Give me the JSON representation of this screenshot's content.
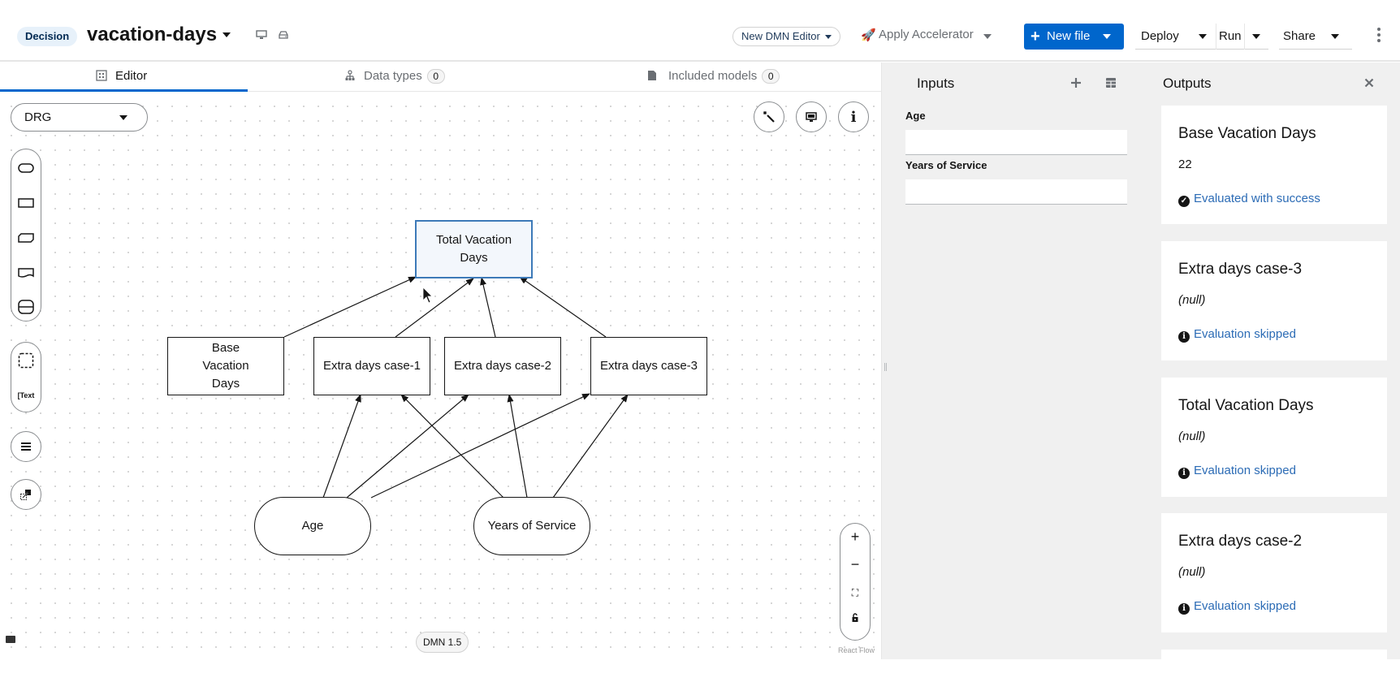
{
  "header": {
    "badge": "Decision",
    "title": "vacation-days",
    "editor_toggle": "New DMN Editor",
    "accelerator": "Apply Accelerator",
    "new_file": "New file",
    "deploy": "Deploy",
    "run": "Run",
    "share": "Share",
    "accent_color": "#0066cc"
  },
  "tabs": [
    {
      "label": "Editor",
      "icon": "editor-icon",
      "active": true
    },
    {
      "label": "Data types",
      "icon": "data-types-icon",
      "count": "0"
    },
    {
      "label": "Included models",
      "icon": "file-icon",
      "count": "0"
    }
  ],
  "canvas": {
    "view_select": "DRG",
    "dmn_version": "DMN 1.5",
    "react_flow": "React Flow",
    "palette_text_label": "Text",
    "nodes": {
      "total": "Total Vacation Days",
      "base": "Base Vacation Days",
      "case1": "Extra days case-1",
      "case2": "Extra days case-2",
      "case3": "Extra days case-3",
      "age": "Age",
      "yos": "Years of Service"
    }
  },
  "inputs": {
    "title": "Inputs",
    "fields": [
      {
        "label": "Age",
        "value": ""
      },
      {
        "label": "Years of Service",
        "value": ""
      }
    ]
  },
  "outputs": {
    "title": "Outputs",
    "cards": [
      {
        "title": "Base Vacation Days",
        "value": "22",
        "status": "Evaluated with success",
        "status_icon": "check-circle-icon"
      },
      {
        "title": "Extra days case-3",
        "value": "(null)",
        "status": "Evaluation skipped",
        "status_icon": "info-circle-icon"
      },
      {
        "title": "Total Vacation Days",
        "value": "(null)",
        "status": "Evaluation skipped",
        "status_icon": "info-circle-icon"
      },
      {
        "title": "Extra days case-2",
        "value": "(null)",
        "status": "Evaluation skipped",
        "status_icon": "info-circle-icon"
      }
    ]
  }
}
